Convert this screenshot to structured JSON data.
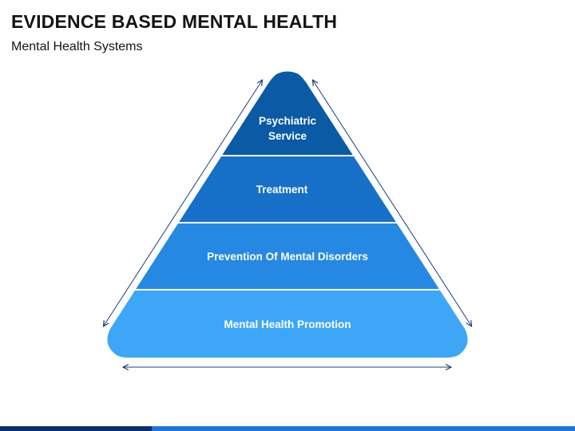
{
  "slide": {
    "title": "EVIDENCE BASED MENTAL HEALTH",
    "subtitle": "Mental Health Systems"
  },
  "pyramid": {
    "tiers": [
      {
        "label_lines": [
          "Psychiatric",
          "Service"
        ],
        "color": "#0b5aa6"
      },
      {
        "label_lines": [
          "Treatment"
        ],
        "color": "#1670c8"
      },
      {
        "label_lines": [
          "Prevention Of Mental Disorders"
        ],
        "color": "#2589e3"
      },
      {
        "label_lines": [
          "Mental Health Promotion"
        ],
        "color": "#3ea6f7"
      }
    ],
    "arrow_color": "#1c3f7a"
  },
  "colors": {
    "footer_dark": "#0b2f6e",
    "footer_light": "#1e73d6"
  }
}
